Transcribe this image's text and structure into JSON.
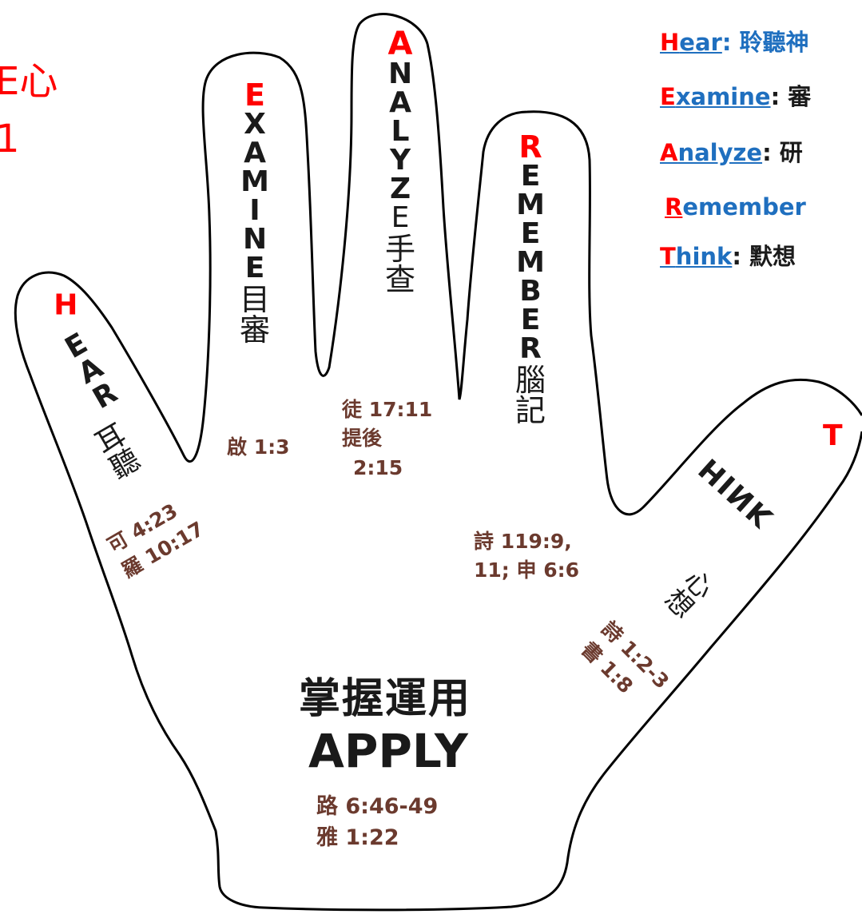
{
  "side_text": [
    "E心",
    "1"
  ],
  "fingers": {
    "hear": {
      "initial": "H",
      "rest": "EAR",
      "cjk": [
        "耳",
        "聽"
      ],
      "refs": [
        "可 4:23",
        "羅 10:17"
      ]
    },
    "examine": {
      "initial": "E",
      "rest": "XAMINE",
      "cjk": [
        "目",
        "審"
      ],
      "refs": [
        "啟 1:3"
      ]
    },
    "analyze": {
      "initial": "A",
      "rest": "NALYZE",
      "cjk": [
        "手",
        "查"
      ],
      "refs": [
        "徒 17:11",
        "提後",
        "2:15"
      ]
    },
    "remember": {
      "initial": "R",
      "rest": "EMEMBER",
      "cjk": [
        "腦",
        "記"
      ],
      "refs": [
        "詩 119:9,",
        "11; 申 6:6"
      ]
    },
    "think": {
      "initial": "T",
      "rest": "HINK",
      "cjk": [
        "心",
        "想"
      ],
      "refs": [
        "詩 1:2-3",
        "書 1:8"
      ]
    }
  },
  "palm": {
    "title_cjk": "掌握運用",
    "title_en": "APPLY",
    "refs": [
      "路 6:46-49",
      "雅 1:22"
    ]
  },
  "legend": [
    {
      "first": "H",
      "rest": "ear",
      "desc": ": 聆聽神"
    },
    {
      "first": "E",
      "rest": "xamine",
      "desc": ": 審"
    },
    {
      "first": "A",
      "rest": "nalyze",
      "desc": ": 研"
    },
    {
      "first": "R",
      "rest": "emember",
      "desc": ""
    },
    {
      "first": "T",
      "rest": "hink",
      "desc": ": 默想"
    }
  ],
  "colors": {
    "accent": "#ff0000",
    "reference": "#6b3a2e",
    "legend_keyword": "#1f6fbf",
    "outline": "#000000"
  }
}
